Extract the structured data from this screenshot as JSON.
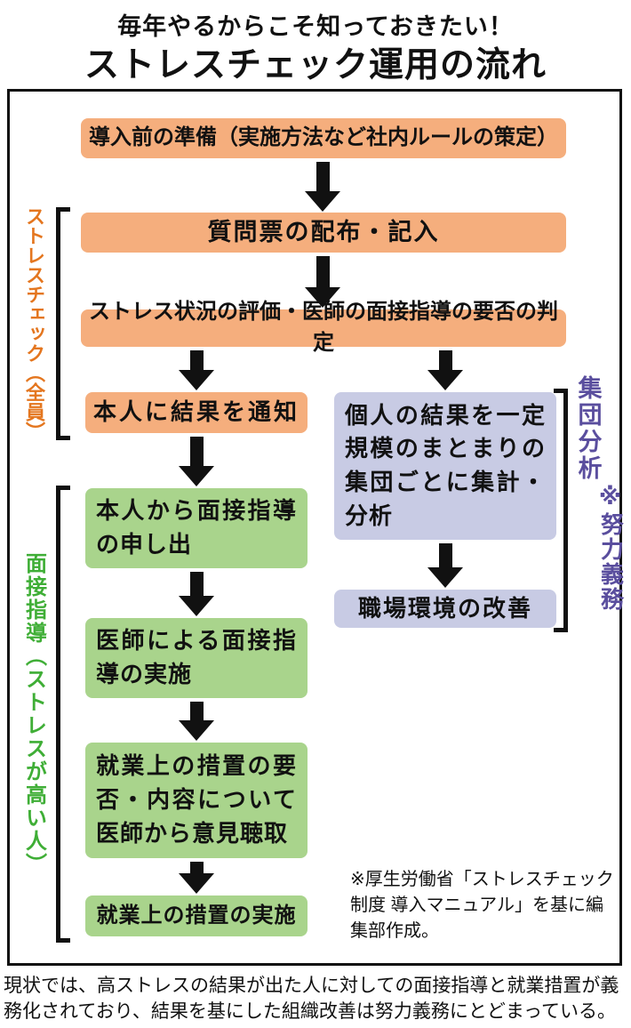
{
  "title": {
    "subtitle": "毎年やるからこそ知っておきたい！",
    "main": "ストレスチェック運用の流れ"
  },
  "flow": {
    "steps": {
      "prep": "導入前の準備（実施方法など社内ルールの策定）",
      "distribute": "質問票の配布・記入",
      "evaluate": "ストレス状況の評価・医師の面接指導の要否の判定",
      "notify": "本人に結果を通知",
      "aggregate": "個人の結果を一定規模のまとまりの集団ごとに集計・分析",
      "request": "本人から面接指導の申し出",
      "improve": "職場環境の改善",
      "interview": "医師による面接指導の実施",
      "opinion": "就業上の措置の要否・内容について医師から意見聴取",
      "measures": "就業上の措置の実施"
    },
    "groups": {
      "stress_check": "ストレスチェック（全員）",
      "interview_guidance": "面接指導（ストレスが高い人）",
      "group_analysis": "集団分析",
      "effort_duty": "※努力義務"
    },
    "footnote": "※厚生労働省「ストレスチェック制度 導入マニュアル」を基に編集部作成。"
  },
  "caption": "現状では、高ストレスの結果が出た人に対しての面接指導と就業措置が義務化されており、結果を基にした組織改善は努力義務にとどまっている。",
  "colors": {
    "orange_box": "#F5AE7D",
    "green_box": "#A9D48C",
    "purple_box": "#C8CBE4",
    "orange_label": "#E4761F",
    "green_label": "#3FAE36",
    "purple_label": "#5A4E9E",
    "arrow": "#111111"
  }
}
